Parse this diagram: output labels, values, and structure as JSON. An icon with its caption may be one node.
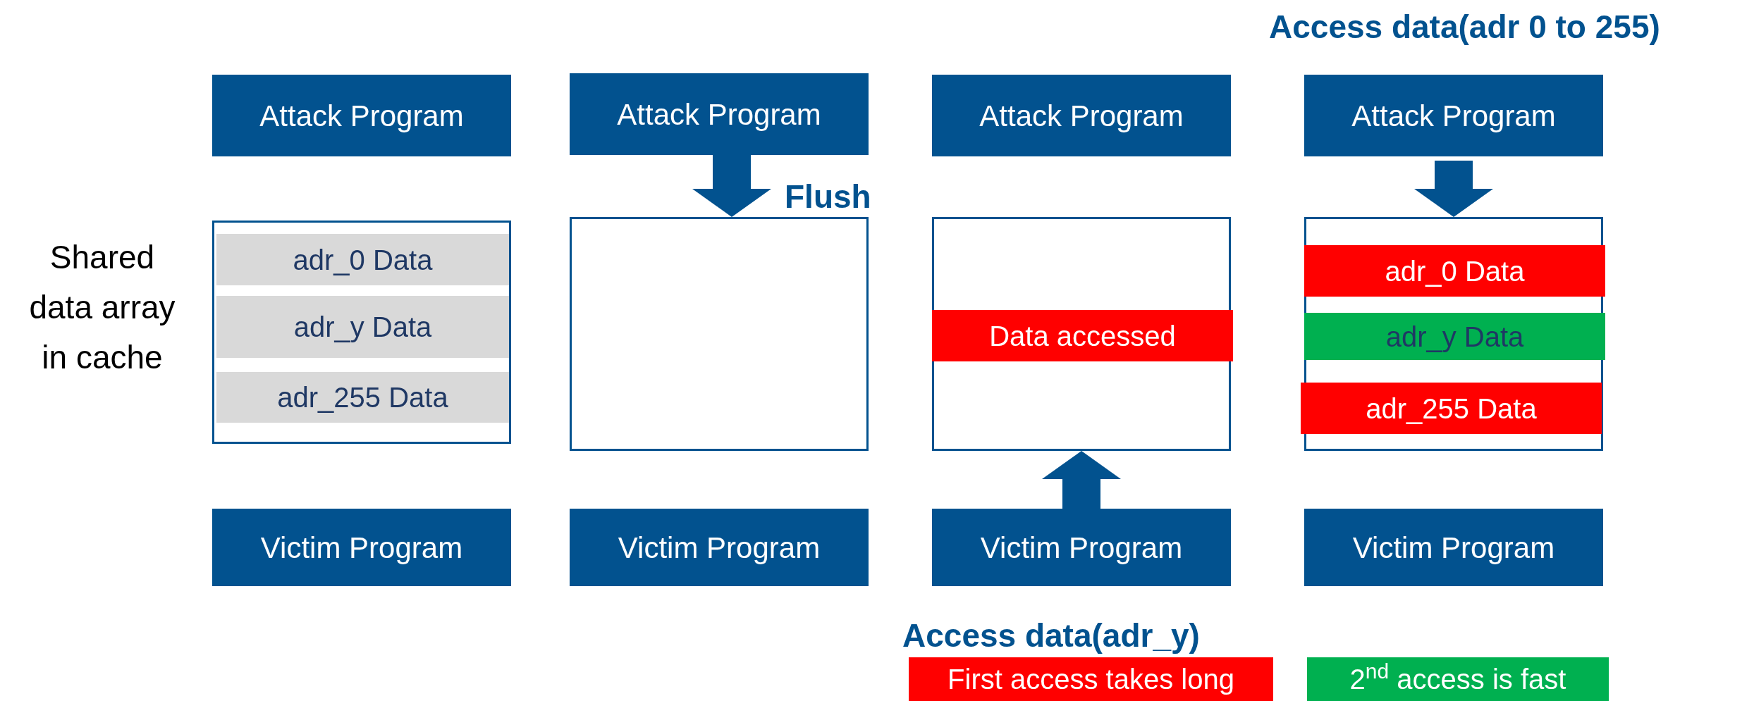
{
  "diagram": {
    "nodes": [
      {
        "text": [
          "Attack Program"
        ]
      },
      {
        "text": [
          "Attack Program"
        ]
      },
      {
        "text": [
          "Attack Program"
        ]
      },
      {
        "text": [
          "Attack Program"
        ]
      },
      {
        "text": [],
        "shape": "box"
      },
      {
        "text": [
          "adr_0 Data"
        ],
        "in": 4
      },
      {
        "text": [
          "adr_y Data"
        ],
        "in": 4
      },
      {
        "text": [
          "adr_255 Data"
        ],
        "in": 4
      },
      {
        "text": [],
        "shape": "box"
      },
      {
        "text": [],
        "shape": "box"
      },
      {
        "text": [
          "Data accessed"
        ],
        "in": 9
      },
      {
        "text": [],
        "shape": "box"
      },
      {
        "text": [
          "adr_0 Data"
        ],
        "in": 11
      },
      {
        "text": [
          "adr_y Data"
        ],
        "in": 11
      },
      {
        "text": [
          "adr_255 Data"
        ],
        "in": 11
      },
      {
        "text": [
          "Victim Program"
        ]
      },
      {
        "text": [
          "Victim Program"
        ]
      },
      {
        "text": [
          "Victim Program"
        ]
      },
      {
        "text": [
          "Victim Program"
        ]
      },
      {
        "text": [
          "First access takes long"
        ]
      },
      {
        "text": [
          "2$^{nd}$ access is fast"
        ]
      }
    ],
    "edges": [
      {
        "from": 1,
        "to": 8,
        "arrow": "to",
        "label": "Flush"
      },
      {
        "from": 17,
        "to": 9,
        "arrow": "to"
      },
      {
        "from": 3,
        "to": 11,
        "arrow": "to"
      }
    ],
    "labels": [
      "Access data(adr 0 to 255)",
      "Shared data array in cache",
      "Access data(adr_y)"
    ]
  }
}
